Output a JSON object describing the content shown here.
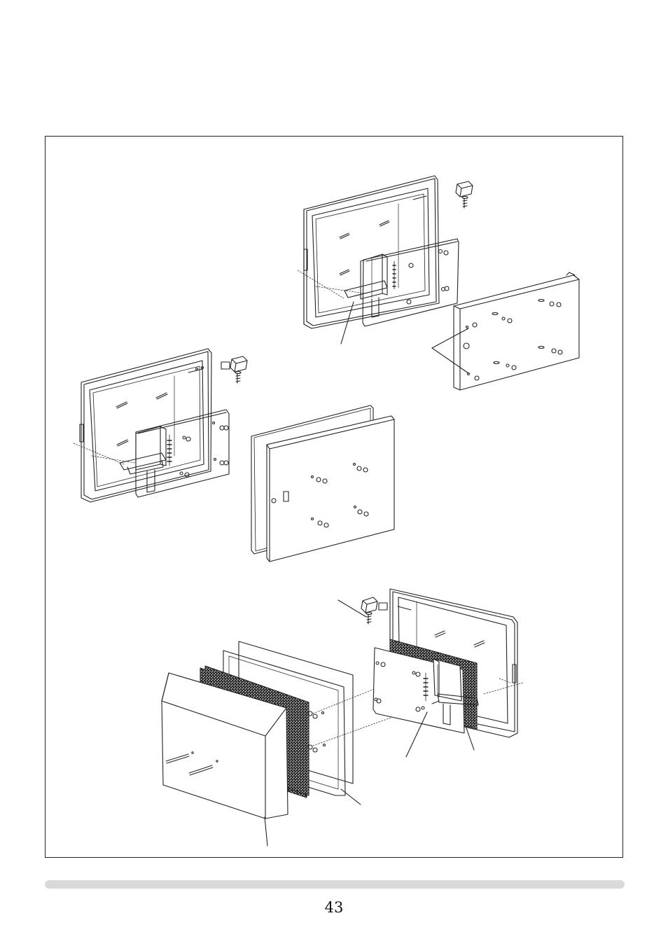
{
  "page": {
    "number": "43"
  },
  "illustration": {
    "figures": [
      {
        "id": "monitor-assembly-top-right"
      },
      {
        "id": "monitor-with-mount-left"
      },
      {
        "id": "back-panel-center"
      },
      {
        "id": "exploded-enclosure-bottom"
      }
    ]
  }
}
